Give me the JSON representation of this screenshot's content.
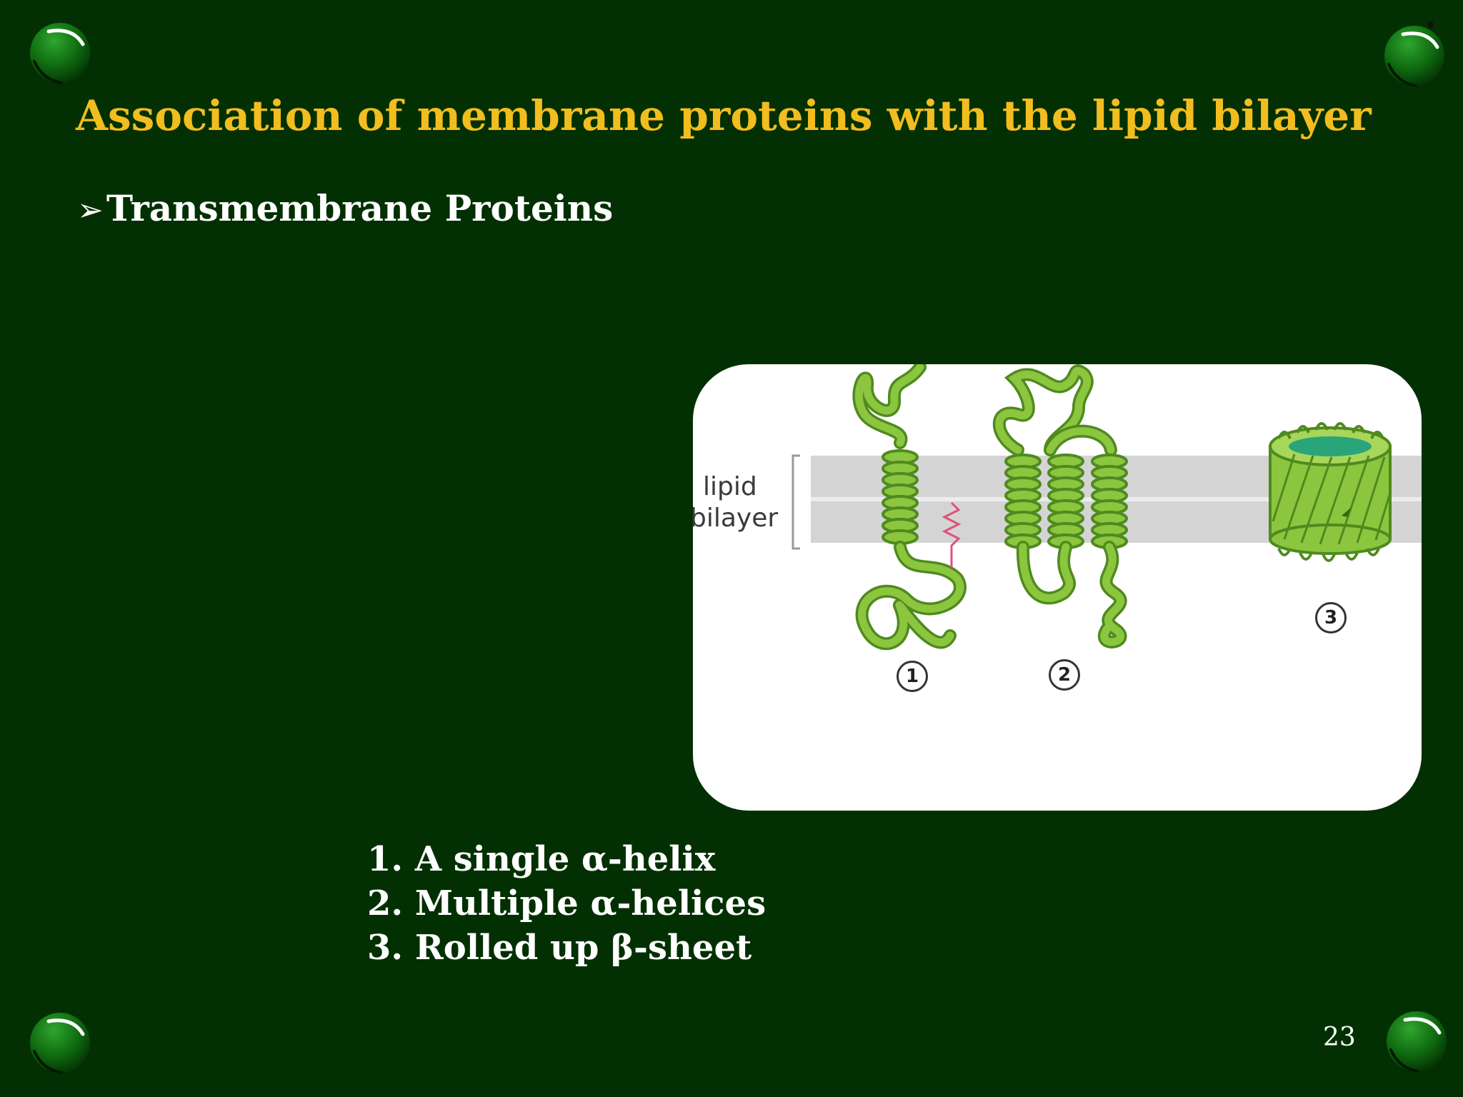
{
  "slide": {
    "title": "Association of membrane proteins with the lipid bilayer",
    "bullet": "Transmembrane Proteins",
    "bullet_marker": "➢",
    "page_number": "23"
  },
  "figure": {
    "label_line1": "lipid",
    "label_line2": "bilayer",
    "markers": [
      "1",
      "2",
      "3"
    ]
  },
  "list": {
    "items": [
      "1. A single α-helix",
      "2. Multiple α-helices",
      "3. Rolled up β-sheet"
    ]
  },
  "colors": {
    "background": "#033003",
    "title": "#f2bd1f",
    "protein": "#8cc63f",
    "protein_outline": "#4f8a1f",
    "bilayer": "#d4d4d4",
    "anchor": "#e0507a"
  }
}
